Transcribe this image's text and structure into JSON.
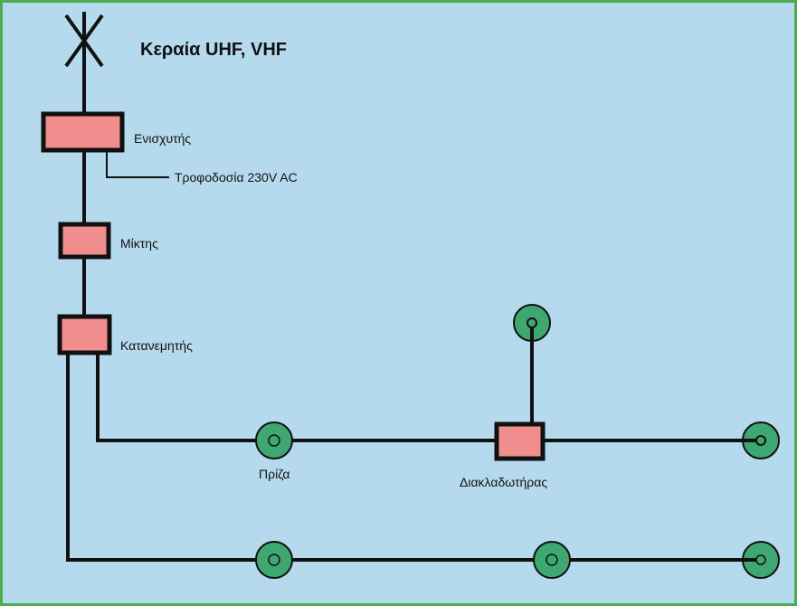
{
  "title": "Κεραία UHF, VHF",
  "labels": {
    "amplifier": "Ενισχυτής",
    "power": "Τροφοδοσία 230V AC",
    "mixer": "Μίκτης",
    "distributor": "Κατανεμητής",
    "outlet": "Πρίζα",
    "splitter": "Διακλαδωτήρας"
  },
  "colors": {
    "background": "#b5daee",
    "border": "#4cad4f",
    "line": "#111111",
    "device_fill": "#ef8e8c",
    "outlet_fill": "#3fa872",
    "outlet_ring": "#2f9a63"
  }
}
